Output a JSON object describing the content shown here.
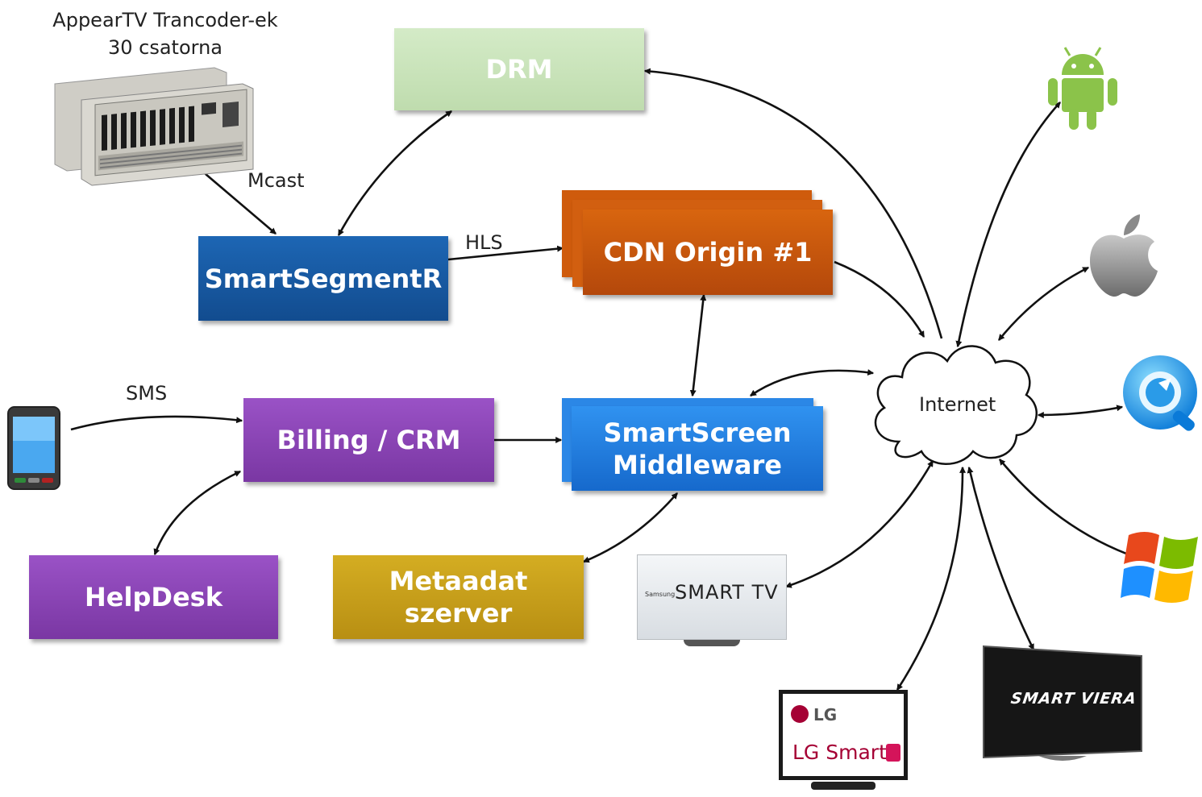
{
  "transcoder": {
    "line1": "AppearTV Trancoder-ek",
    "line2": "30 csatorna"
  },
  "labels": {
    "mcast": "Mcast",
    "hls": "HLS",
    "sms": "SMS",
    "internet": "Internet"
  },
  "boxes": {
    "drm": "DRM",
    "segmenter": "SmartSegmentR",
    "cdn": "CDN Origin #1",
    "billing": "Billing / CRM",
    "middleware_l1": "SmartScreen",
    "middleware_l2": "Middleware",
    "helpdesk": "HelpDesk",
    "metadata": "Metaadat szerver"
  },
  "devices": {
    "samsung_brand": "Samsung",
    "samsung_logo": "SMART TV",
    "lg_brand": "LG",
    "lg_smart": "LG Smart",
    "viera": "SMART VIERA"
  },
  "colors": {
    "drm": "#c6e3b8",
    "segmenter": "#175ba6",
    "cdn": "#c8560c",
    "billing": "#8a44b5",
    "middleware": "#1f7fe0",
    "helpdesk": "#8a44b5",
    "metadata": "#c9a21a"
  }
}
